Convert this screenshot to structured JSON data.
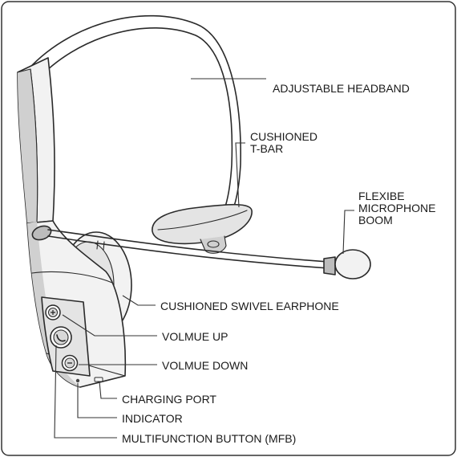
{
  "colors": {
    "line": "#2a2a2a",
    "background": "#ffffff",
    "shade_light": "#e4e4e4",
    "shade_mid": "#d0d0d0",
    "shade_dark": "#bcbcbc"
  },
  "labels": {
    "headband": "ADJUSTABLE HEADBAND",
    "tbar_line1": "CUSHIONED",
    "tbar_line2": "T-BAR",
    "boom_line1": "FLEXIBE",
    "boom_line2": "MICROPHONE",
    "boom_line3": "BOOM",
    "earphone": "CUSHIONED SWIVEL EARPHONE",
    "volume_up": "VOLMUE UP",
    "volume_down": "VOLMUE DOWN",
    "charging_port": "CHARGING PORT",
    "indicator": "INDICATOR",
    "mfb": "MULTIFUNCTION BUTTON (MFB)"
  },
  "icons": {
    "volume_up": "plus-icon",
    "mfb": "phone-icon",
    "volume_down": "minus-icon"
  }
}
